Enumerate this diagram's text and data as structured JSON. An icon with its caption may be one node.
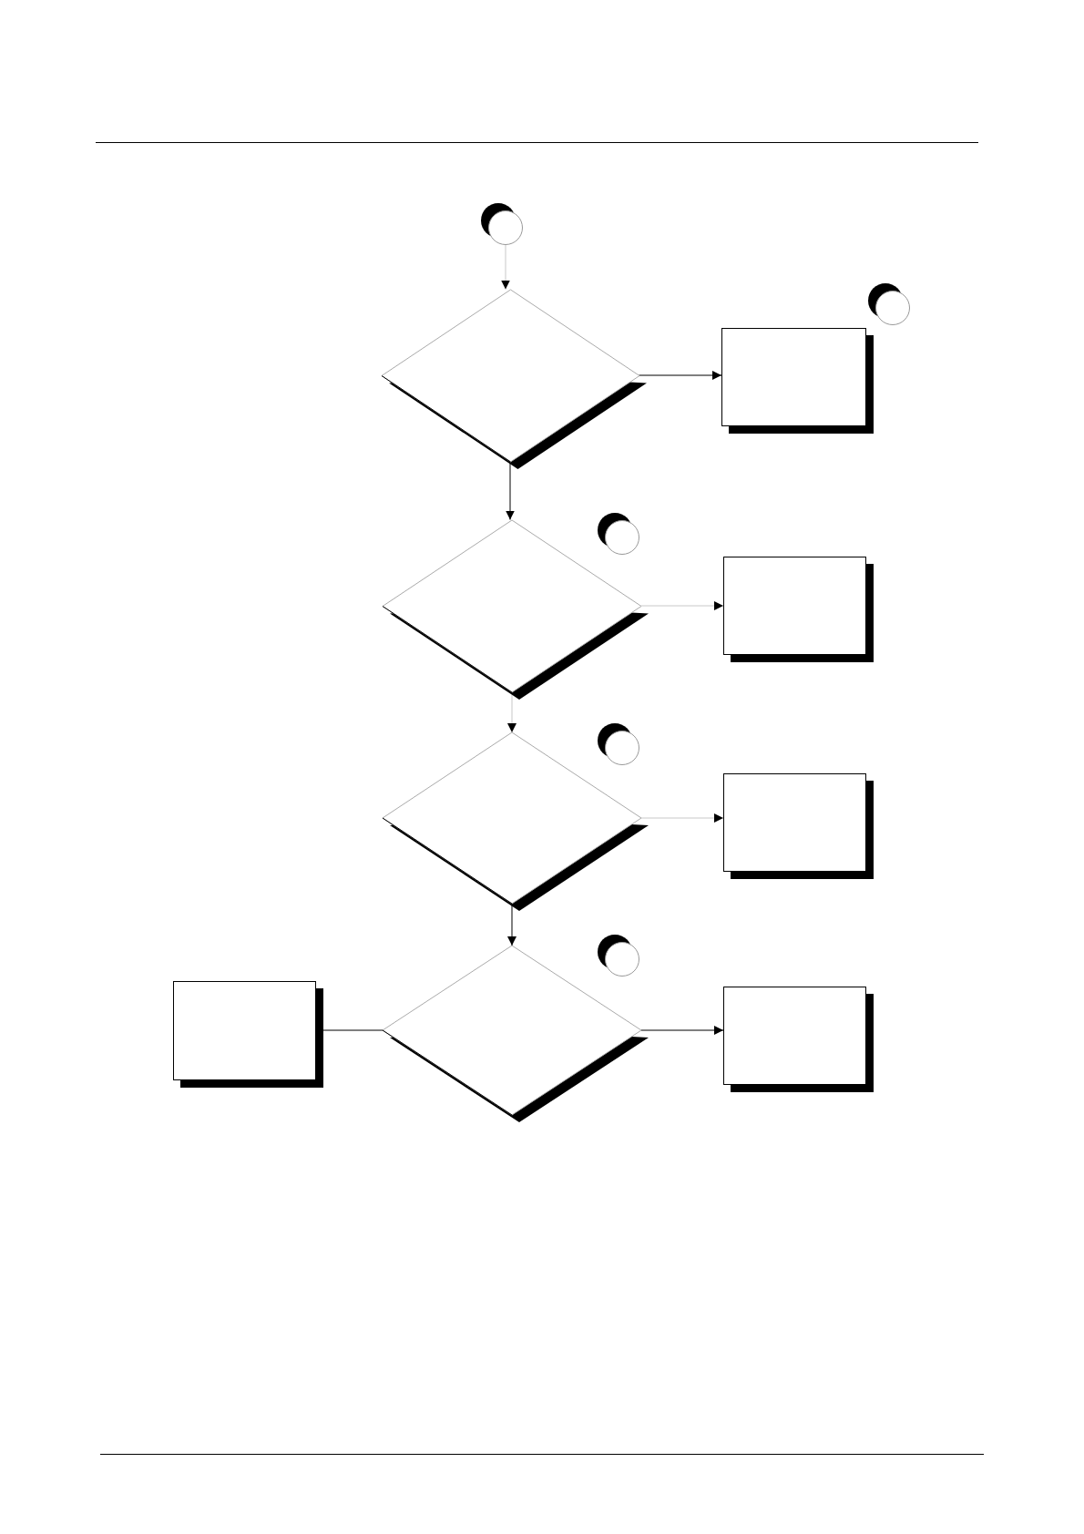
{
  "diagram": {
    "nodes": [
      {
        "text": [],
        "shape": "circle"
      },
      {
        "text": [],
        "shape": "diamond"
      },
      {
        "text": [],
        "shape": "circle"
      },
      {
        "text": [],
        "shape": "box"
      },
      {
        "text": [],
        "shape": "circle"
      },
      {
        "text": [],
        "shape": "diamond"
      },
      {
        "text": [],
        "shape": "box"
      },
      {
        "text": [],
        "shape": "circle"
      },
      {
        "text": [],
        "shape": "diamond"
      },
      {
        "text": [],
        "shape": "box"
      },
      {
        "text": [],
        "shape": "circle"
      },
      {
        "text": [],
        "shape": "box"
      },
      {
        "text": [],
        "shape": "diamond"
      },
      {
        "text": [],
        "shape": "box"
      }
    ],
    "edges": [
      {
        "from": 0,
        "to": 1,
        "arrow": "to",
        "color": "#c8c8c8"
      },
      {
        "from": 1,
        "to": 3,
        "arrow": "to"
      },
      {
        "from": 1,
        "to": 5,
        "arrow": "to"
      },
      {
        "from": 5,
        "to": 6,
        "arrow": "to",
        "color": "#c8c8c8"
      },
      {
        "from": 5,
        "to": 8,
        "arrow": "to",
        "color": "#c8c8c8"
      },
      {
        "from": 8,
        "to": 9,
        "arrow": "to",
        "color": "#c8c8c8"
      },
      {
        "from": 8,
        "to": 12,
        "arrow": "to"
      },
      {
        "from": 12,
        "to": 13,
        "arrow": "to"
      },
      {
        "from": 12,
        "to": 11,
        "arrow": "none"
      }
    ]
  }
}
